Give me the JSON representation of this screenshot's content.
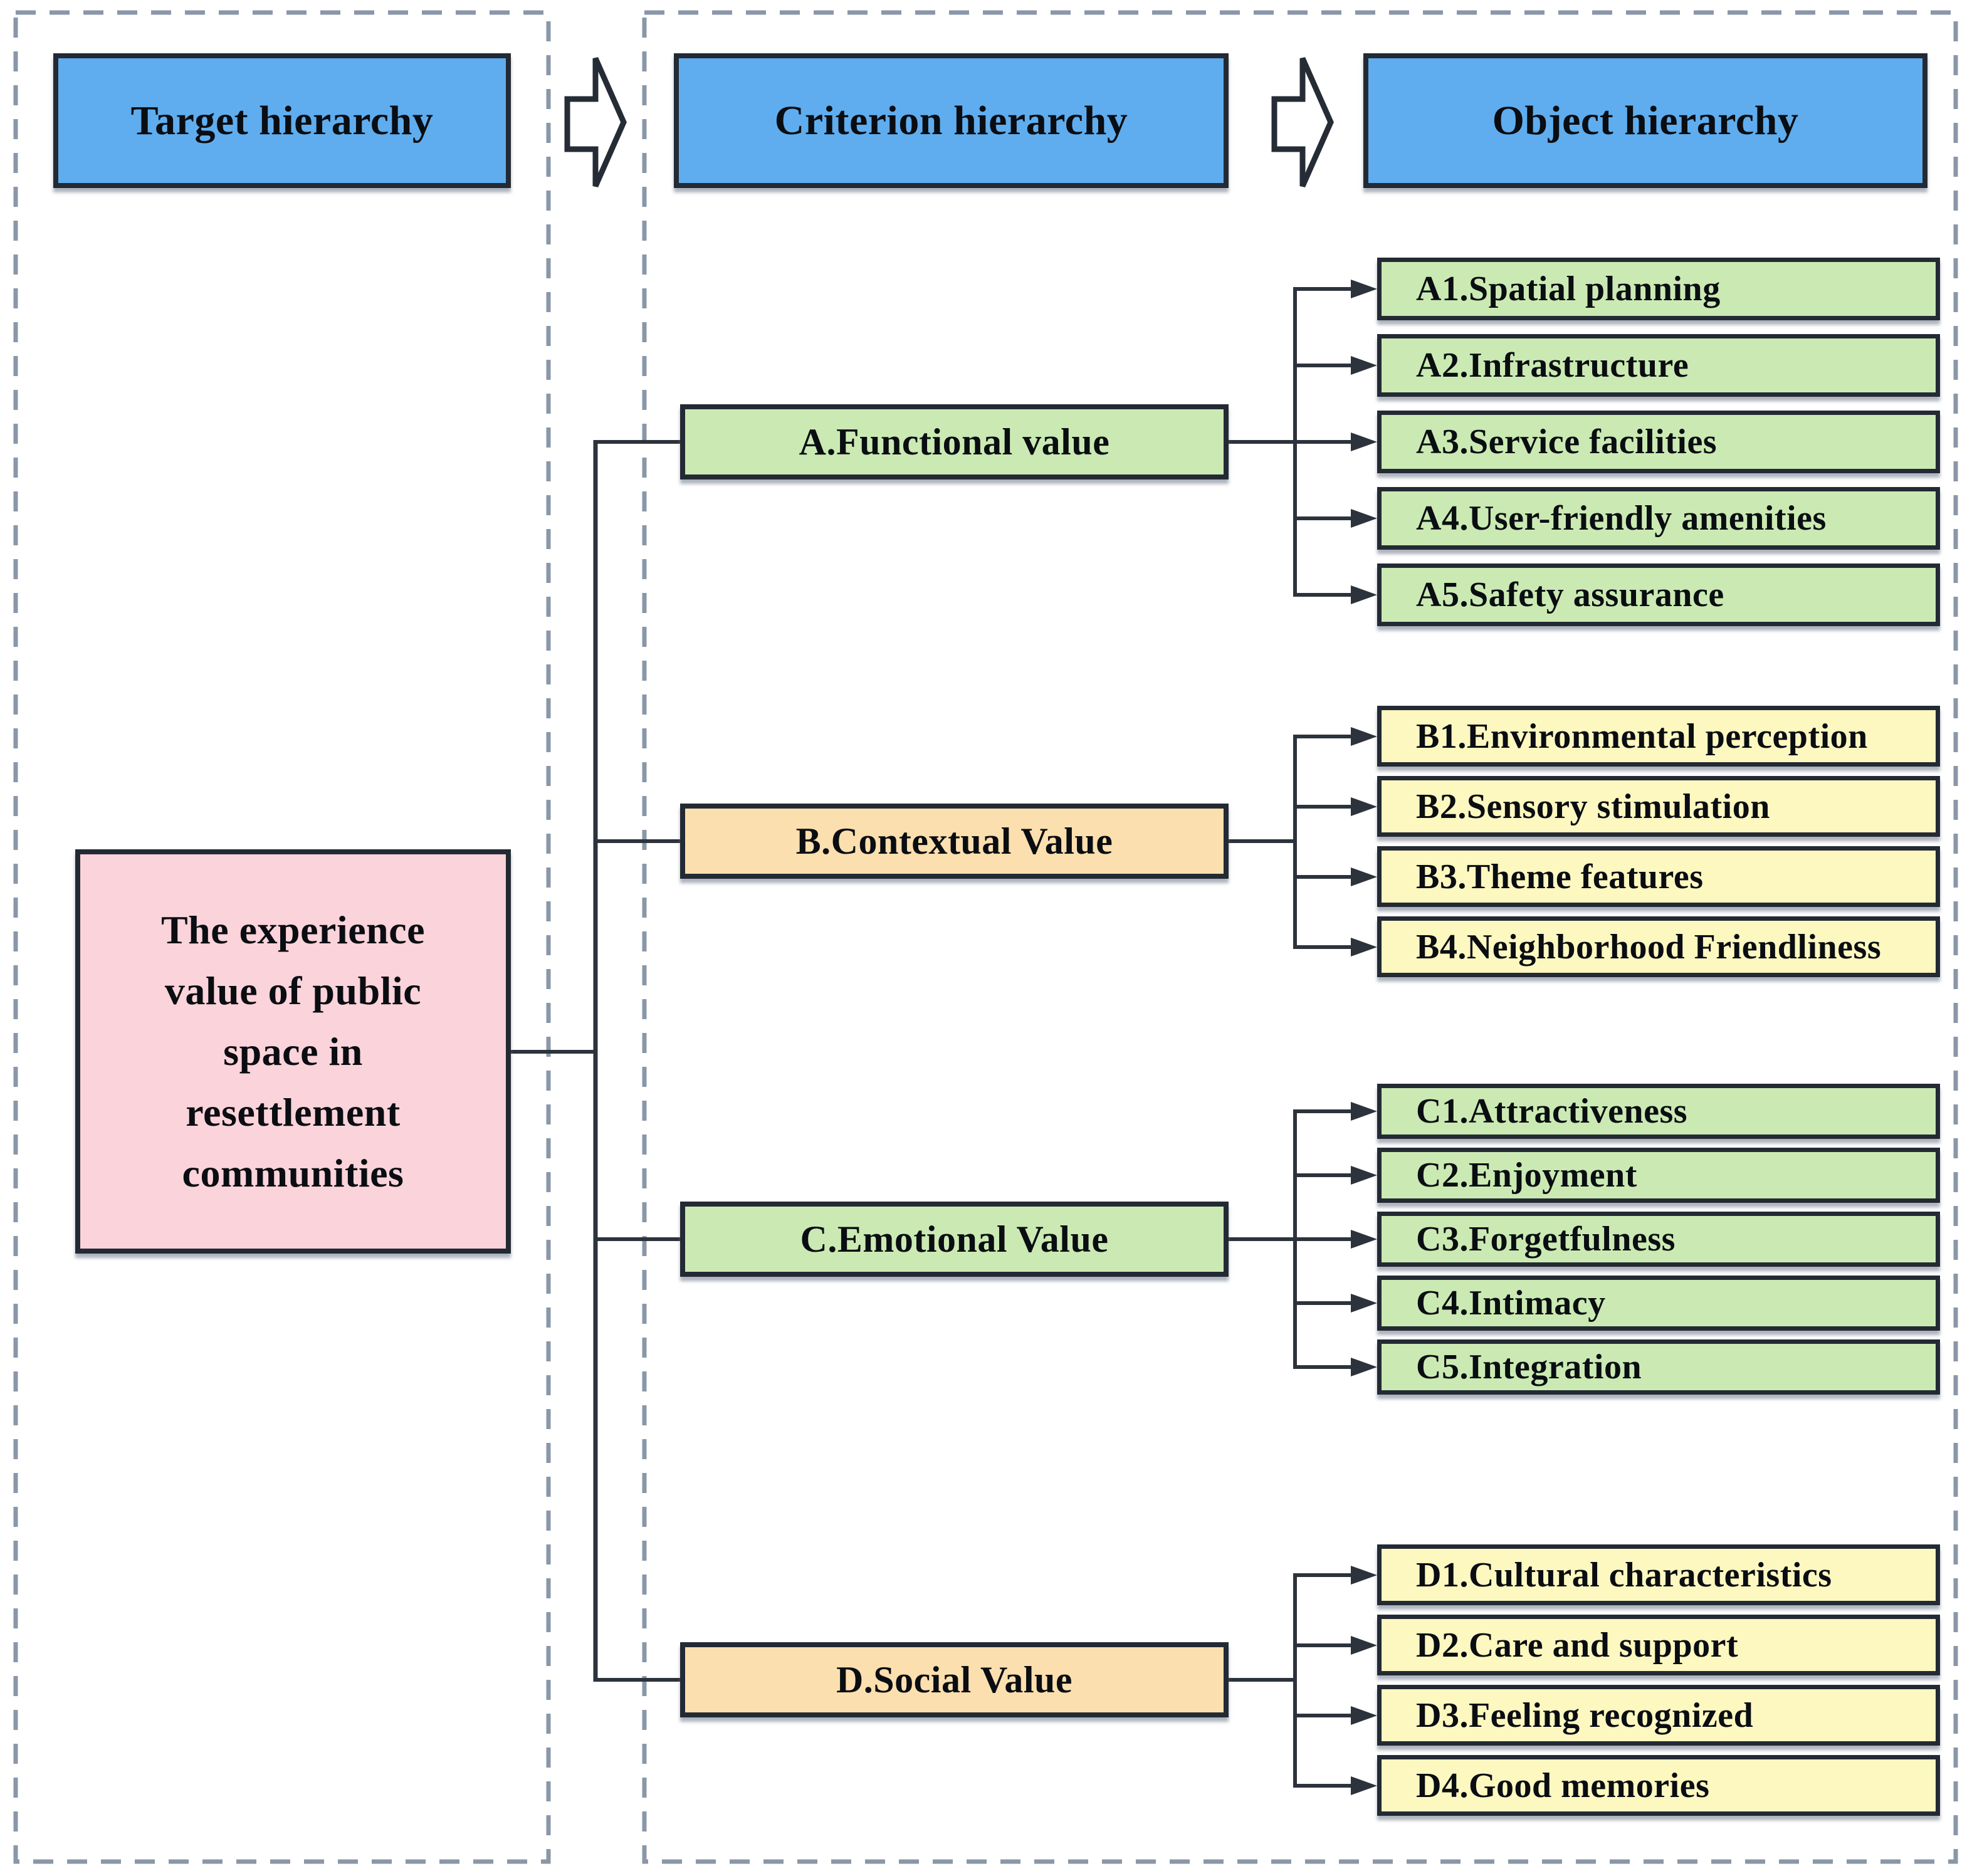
{
  "diagram": {
    "headers": {
      "target": "Target hierarchy",
      "criterion": "Criterion hierarchy",
      "object": "Object hierarchy"
    },
    "target": {
      "label": "The experience value of public space in resettlement communities",
      "lines": [
        "The experience",
        "value of public",
        "space in",
        "resettlement",
        "communities"
      ]
    },
    "groups": [
      {
        "id": "A",
        "criterion": "A.Functional value",
        "items": [
          "A1.Spatial planning",
          "A2.Infrastructure",
          "A3.Service facilities",
          "A4.User-friendly amenities",
          "A5.Safety assurance"
        ]
      },
      {
        "id": "B",
        "criterion": "B.Contextual Value",
        "items": [
          "B1.Environmental perception",
          "B2.Sensory stimulation",
          "B3.Theme features",
          "B4.Neighborhood Friendliness"
        ]
      },
      {
        "id": "C",
        "criterion": "C.Emotional Value",
        "items": [
          "C1.Attractiveness",
          "C2.Enjoyment",
          "C3.Forgetfulness",
          "C4.Intimacy",
          "C5.Integration"
        ]
      },
      {
        "id": "D",
        "criterion": "D.Social Value",
        "items": [
          "D1.Cultural characteristics",
          "D2.Care and support",
          "D3.Feeling recognized",
          "D4.Good memories"
        ]
      }
    ],
    "colors": {
      "header_blue": "#5fadee",
      "target_pink": "#fbd3da",
      "criterion_green": "#cbeab3",
      "criterion_orange": "#fcdfae",
      "item_green": "#cbeab3",
      "item_yellow": "#fdf7c0",
      "border_dark": "#232a34",
      "dashed_border_gray": "#8a97a8",
      "connector_line": "#2d333c"
    }
  }
}
